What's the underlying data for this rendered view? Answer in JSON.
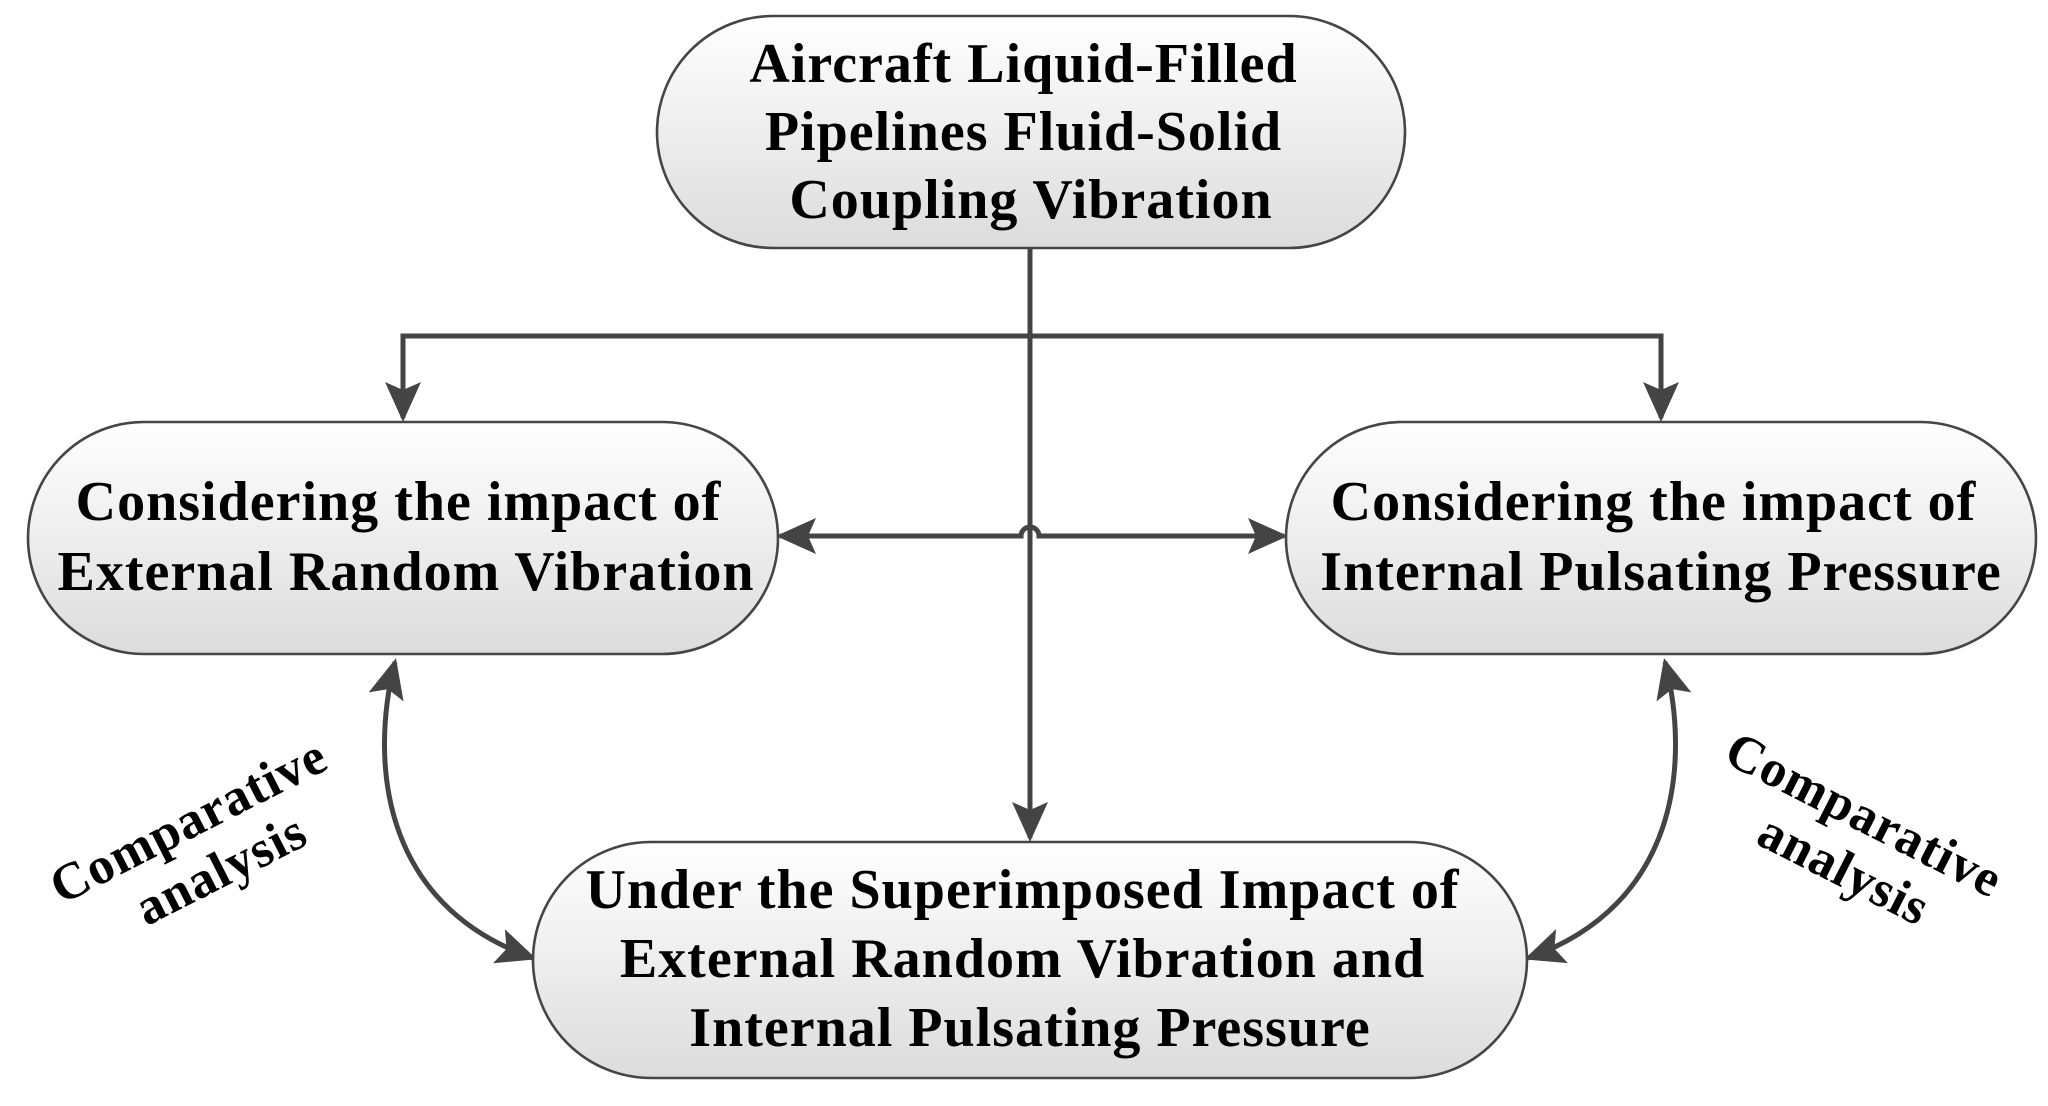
{
  "diagram": {
    "nodes": {
      "top": {
        "lines": [
          "Aircraft Liquid-Filled",
          "Pipelines Fluid-Solid",
          "Coupling Vibration"
        ]
      },
      "left": {
        "lines": [
          "Considering the impact of",
          "External Random Vibration"
        ]
      },
      "right": {
        "lines": [
          "Considering the impact of",
          "Internal Pulsating Pressure"
        ]
      },
      "bottom": {
        "lines": [
          "Under the Superimposed Impact of",
          "External Random Vibration and",
          "Internal Pulsating Pressure"
        ]
      }
    },
    "side_labels": {
      "left": [
        "Comparative",
        "analysis"
      ],
      "right": [
        "Comparative",
        "analysis"
      ]
    }
  },
  "colors": {
    "box_fill_top": "#ffffff",
    "box_fill_bottom": "#dcdcdc",
    "stroke": "#444444"
  }
}
